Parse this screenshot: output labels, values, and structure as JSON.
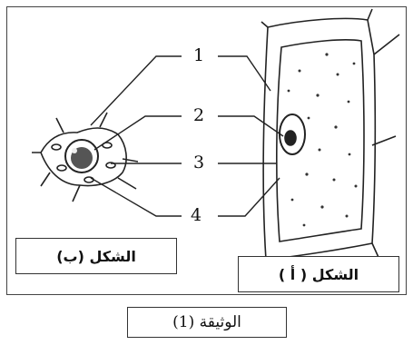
{
  "labels": {
    "n1": "1",
    "n2": "2",
    "n3": "3",
    "n4": "4"
  },
  "figure_a_caption": "الشكل ( أ )",
  "figure_b_caption": "الشكل (ب)",
  "document_caption": "الوثيقة (1)"
}
